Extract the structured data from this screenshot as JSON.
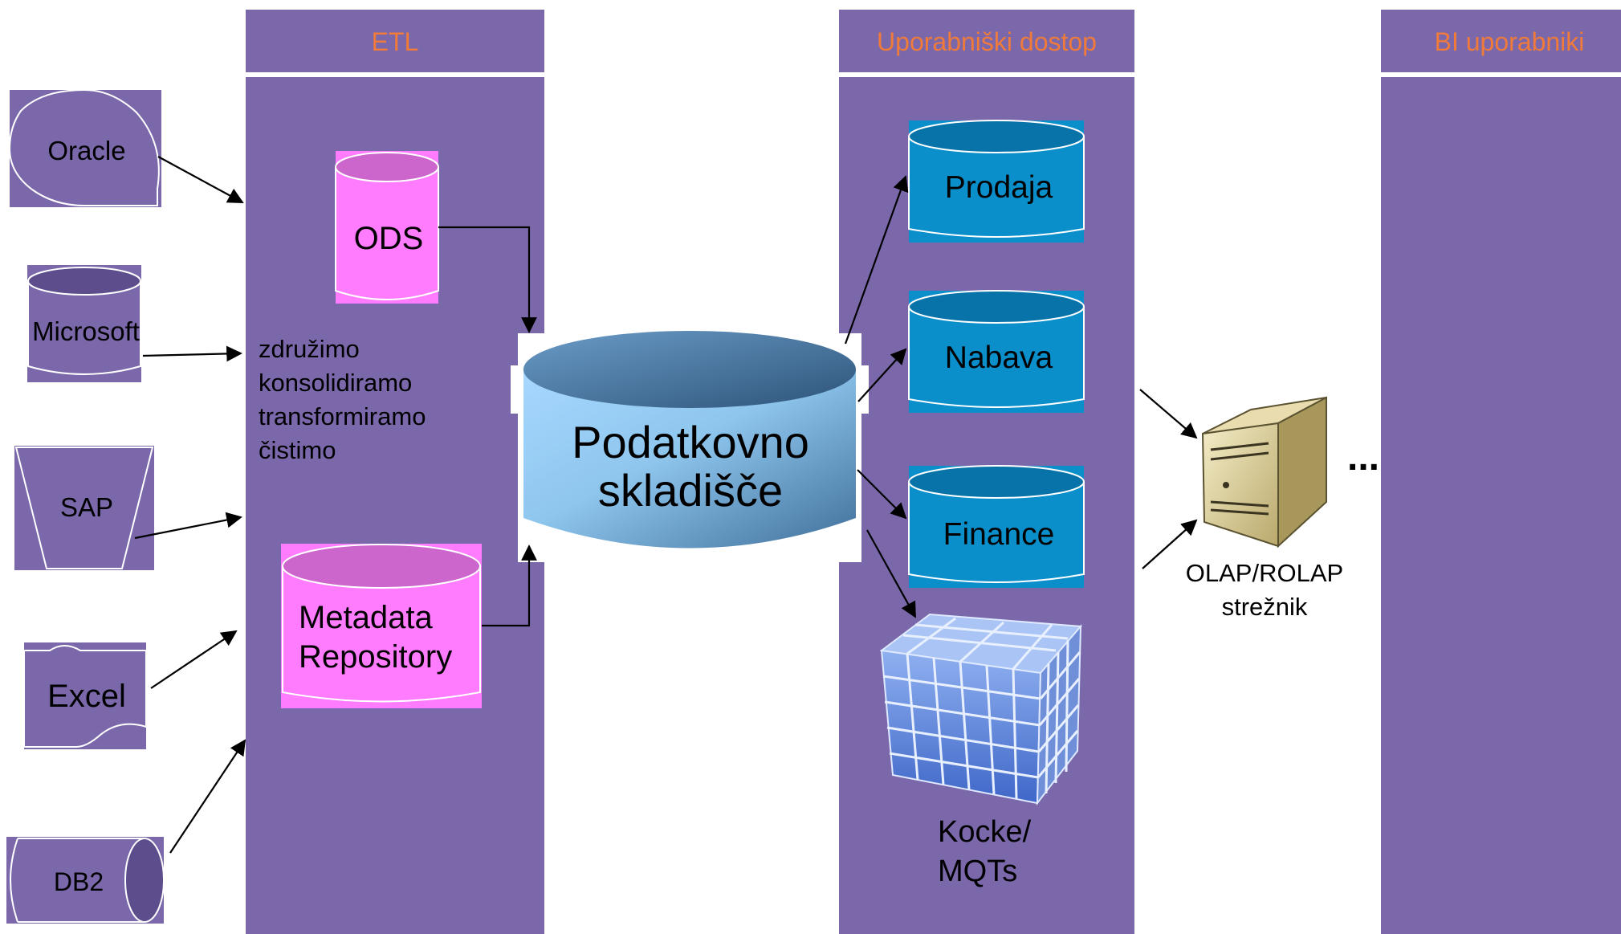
{
  "columns": {
    "etl": "ETL",
    "user_access": "Uporabniški dostop",
    "bi_users": "BI uporabniki"
  },
  "sources": {
    "oracle": "Oracle",
    "microsoft": "Microsoft",
    "sap": "SAP",
    "excel": "Excel",
    "db2": "DB2"
  },
  "etl": {
    "ods": "ODS",
    "steps": [
      "združimo",
      "konsolidiramo",
      "transformiramo",
      "čistimo"
    ],
    "metadata": [
      "Metadata",
      "Repository"
    ]
  },
  "warehouse": [
    "Podatkovno",
    "skladišče"
  ],
  "marts": {
    "prodaja": "Prodaja",
    "nabava": "Nabava",
    "finance": "Finance"
  },
  "cubes": [
    "Kocke/",
    "MQTs"
  ],
  "server": [
    "OLAP/ROLAP",
    "strežnik"
  ],
  "ellipsis": "...",
  "colors": {
    "panel": "#7b68ab",
    "header_text": "#f07a3a",
    "pink": "#ff7cff",
    "pink_top": "#cc66cc",
    "mart_blue": "#0a8fcb",
    "mart_top": "#0873a8"
  }
}
